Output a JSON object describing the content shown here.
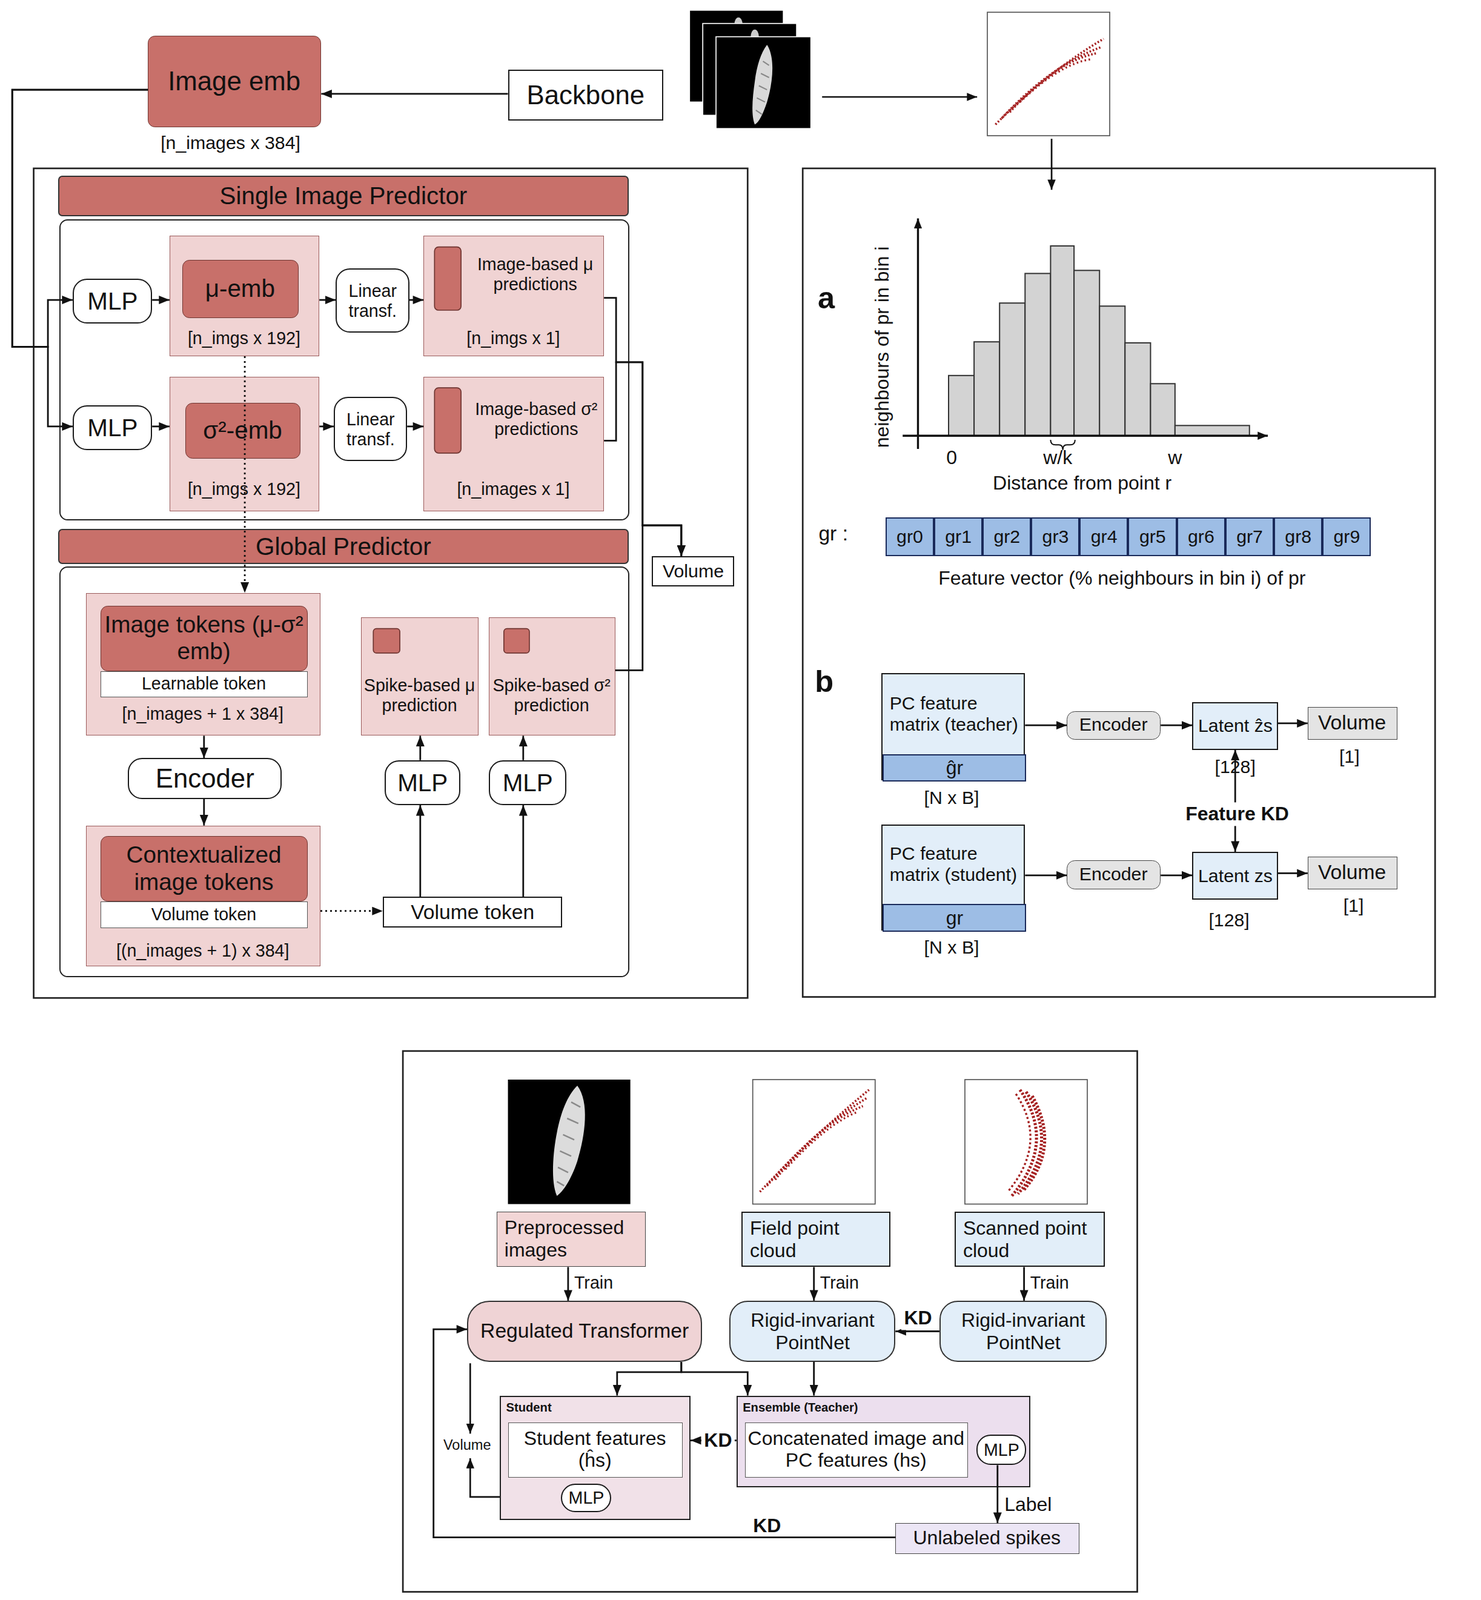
{
  "diagram": {
    "nodes": [
      {
        "text": [
          "Backbone"
        ]
      },
      {
        "text": [
          "Image emb"
        ]
      },
      {
        "text": [
          "Single Image Predictor"
        ]
      },
      {
        "text": [
          "MLP"
        ],
        "in": 2
      },
      {
        "text": [
          "[n_imgs x 192]"
        ],
        "in": 2
      },
      {
        "text": [
          "μ-emb"
        ],
        "in": 4
      },
      {
        "text": [
          "Linear transf."
        ],
        "in": 2
      },
      {
        "text": [
          "Image-based μ predictions",
          "[n_imgs x 1]"
        ],
        "in": 2
      },
      {
        "text": [
          "MLP"
        ],
        "in": 2
      },
      {
        "text": [
          "[n_imgs x 192]"
        ],
        "in": 2
      },
      {
        "text": [
          "σ²-emb"
        ],
        "in": 9
      },
      {
        "text": [
          "Linear transf."
        ],
        "in": 2
      },
      {
        "text": [
          "Image-based σ² predictions",
          "[n_images x 1]"
        ],
        "in": 2
      },
      {
        "text": [
          "Global Predictor"
        ]
      },
      {
        "text": [
          "[n_images + 1 x 384]"
        ],
        "in": 13
      },
      {
        "text": [
          "Image tokens (μ-σ² emb)"
        ],
        "in": 14
      },
      {
        "text": [
          "Learnable token"
        ],
        "in": 14
      },
      {
        "text": [
          "Encoder"
        ],
        "in": 13
      },
      {
        "text": [
          "[(n_images + 1) x 384]"
        ],
        "in": 13
      },
      {
        "text": [
          "Contextualized image tokens"
        ],
        "in": 18
      },
      {
        "text": [
          "Volume token"
        ],
        "in": 18
      },
      {
        "text": [
          "Spike-based μ prediction"
        ],
        "in": 13
      },
      {
        "text": [
          "Spike-based σ² prediction"
        ],
        "in": 13
      },
      {
        "text": [
          "MLP"
        ],
        "in": 13
      },
      {
        "text": [
          "MLP"
        ],
        "in": 13
      },
      {
        "text": [
          "Volume token"
        ],
        "in": 13
      },
      {
        "text": [
          "Volume"
        ]
      },
      {
        "text": [
          "PC feature matrix (teacher)"
        ]
      },
      {
        "text": [
          "ĝr"
        ],
        "in": 27
      },
      {
        "text": [
          "Encoder"
        ]
      },
      {
        "text": [
          "Latent ẑs"
        ]
      },
      {
        "text": [
          "Volume"
        ]
      },
      {
        "text": [
          "PC feature matrix (student)"
        ]
      },
      {
        "text": [
          "gr"
        ],
        "in": 32
      },
      {
        "text": [
          "Encoder"
        ]
      },
      {
        "text": [
          "Latent zs"
        ]
      },
      {
        "text": [
          "Volume"
        ]
      },
      {
        "text": [
          "gr0"
        ]
      },
      {
        "text": [
          "gr1"
        ]
      },
      {
        "text": [
          "gr2"
        ]
      },
      {
        "text": [
          "gr3"
        ]
      },
      {
        "text": [
          "gr4"
        ]
      },
      {
        "text": [
          "gr5"
        ]
      },
      {
        "text": [
          "gr6"
        ]
      },
      {
        "text": [
          "gr7"
        ]
      },
      {
        "text": [
          "gr8"
        ]
      },
      {
        "text": [
          "gr9"
        ]
      },
      {
        "text": [
          "Preprocessed images"
        ]
      },
      {
        "text": [
          "Field point cloud"
        ]
      },
      {
        "text": [
          "Scanned point cloud"
        ]
      },
      {
        "text": [
          "Regulated Transformer"
        ]
      },
      {
        "text": [
          "Rigid-invariant PointNet"
        ]
      },
      {
        "text": [
          "Rigid-invariant PointNet"
        ]
      },
      {
        "text": [
          "Student"
        ]
      },
      {
        "text": [
          "Student features (ĥs)"
        ],
        "in": 53
      },
      {
        "text": [
          "MLP"
        ],
        "in": 53
      },
      {
        "text": [
          "Ensemble (Teacher)"
        ]
      },
      {
        "text": [
          "Concatenated image and PC features (hs)"
        ],
        "in": 56
      },
      {
        "text": [
          "MLP"
        ],
        "in": 56
      },
      {
        "text": [
          "Unlabeled spikes"
        ]
      }
    ],
    "edges": [
      {
        "from": 0,
        "to": 1,
        "arrow": "to"
      },
      {
        "from": 1,
        "to": 3,
        "arrow": "to"
      },
      {
        "from": 1,
        "to": 8,
        "arrow": "to"
      },
      {
        "from": 3,
        "to": 4,
        "arrow": "to"
      },
      {
        "from": 4,
        "to": 6,
        "arrow": "to"
      },
      {
        "from": 6,
        "to": 7,
        "arrow": "to"
      },
      {
        "from": 8,
        "to": 9,
        "arrow": "to"
      },
      {
        "from": 9,
        "to": 11,
        "arrow": "to"
      },
      {
        "from": 11,
        "to": 12,
        "arrow": "to"
      },
      {
        "from": 7,
        "to": 26,
        "arrow": "to"
      },
      {
        "from": 12,
        "to": 26,
        "arrow": "to"
      },
      {
        "from": 22,
        "to": 26,
        "arrow": "to"
      },
      {
        "from": 4,
        "to": 14,
        "arrow": "to"
      },
      {
        "from": 14,
        "to": 17,
        "arrow": "to"
      },
      {
        "from": 17,
        "to": 18,
        "arrow": "to"
      },
      {
        "from": 18,
        "to": 25,
        "arrow": "to"
      },
      {
        "from": 25,
        "to": 23,
        "arrow": "to"
      },
      {
        "from": 25,
        "to": 24,
        "arrow": "to"
      },
      {
        "from": 23,
        "to": 21,
        "arrow": "to"
      },
      {
        "from": 24,
        "to": 22,
        "arrow": "to"
      },
      {
        "from": 27,
        "to": 29,
        "arrow": "to"
      },
      {
        "from": 29,
        "to": 30,
        "arrow": "to"
      },
      {
        "from": 30,
        "to": 31,
        "arrow": "to"
      },
      {
        "from": 32,
        "to": 34,
        "arrow": "to"
      },
      {
        "from": 34,
        "to": 35,
        "arrow": "to"
      },
      {
        "from": 35,
        "to": 36,
        "arrow": "to"
      },
      {
        "from": 30,
        "to": 35,
        "label": "Feature KD",
        "arrow": "both"
      },
      {
        "from": 47,
        "to": 50,
        "label": "Train",
        "arrow": "to"
      },
      {
        "from": 48,
        "to": 51,
        "label": "Train",
        "arrow": "to"
      },
      {
        "from": 49,
        "to": 52,
        "label": "Train",
        "arrow": "to"
      },
      {
        "from": 52,
        "to": 51,
        "label": "KD",
        "arrow": "to"
      },
      {
        "from": 50,
        "to": 53,
        "arrow": "to"
      },
      {
        "from": 50,
        "to": 56,
        "arrow": "to"
      },
      {
        "from": 51,
        "to": 56,
        "arrow": "to"
      },
      {
        "from": 56,
        "to": 53,
        "label": "KD",
        "arrow": "to"
      },
      {
        "from": 58,
        "to": 59,
        "label": "Label",
        "arrow": "to"
      },
      {
        "from": 59,
        "to": 50,
        "label": "KD",
        "arrow": "to"
      }
    ],
    "labels": [
      "[n_images x 384]",
      "a",
      "neighbours of pr in bin i",
      "0",
      "w/k",
      "w",
      "Distance from point r",
      "gr :",
      "Feature vector (% neighbours in bin i) of pr",
      "b",
      "[N x B]",
      "[128]",
      "[1]",
      "[N x B]",
      "[128]",
      "[1]",
      "Volume"
    ]
  }
}
